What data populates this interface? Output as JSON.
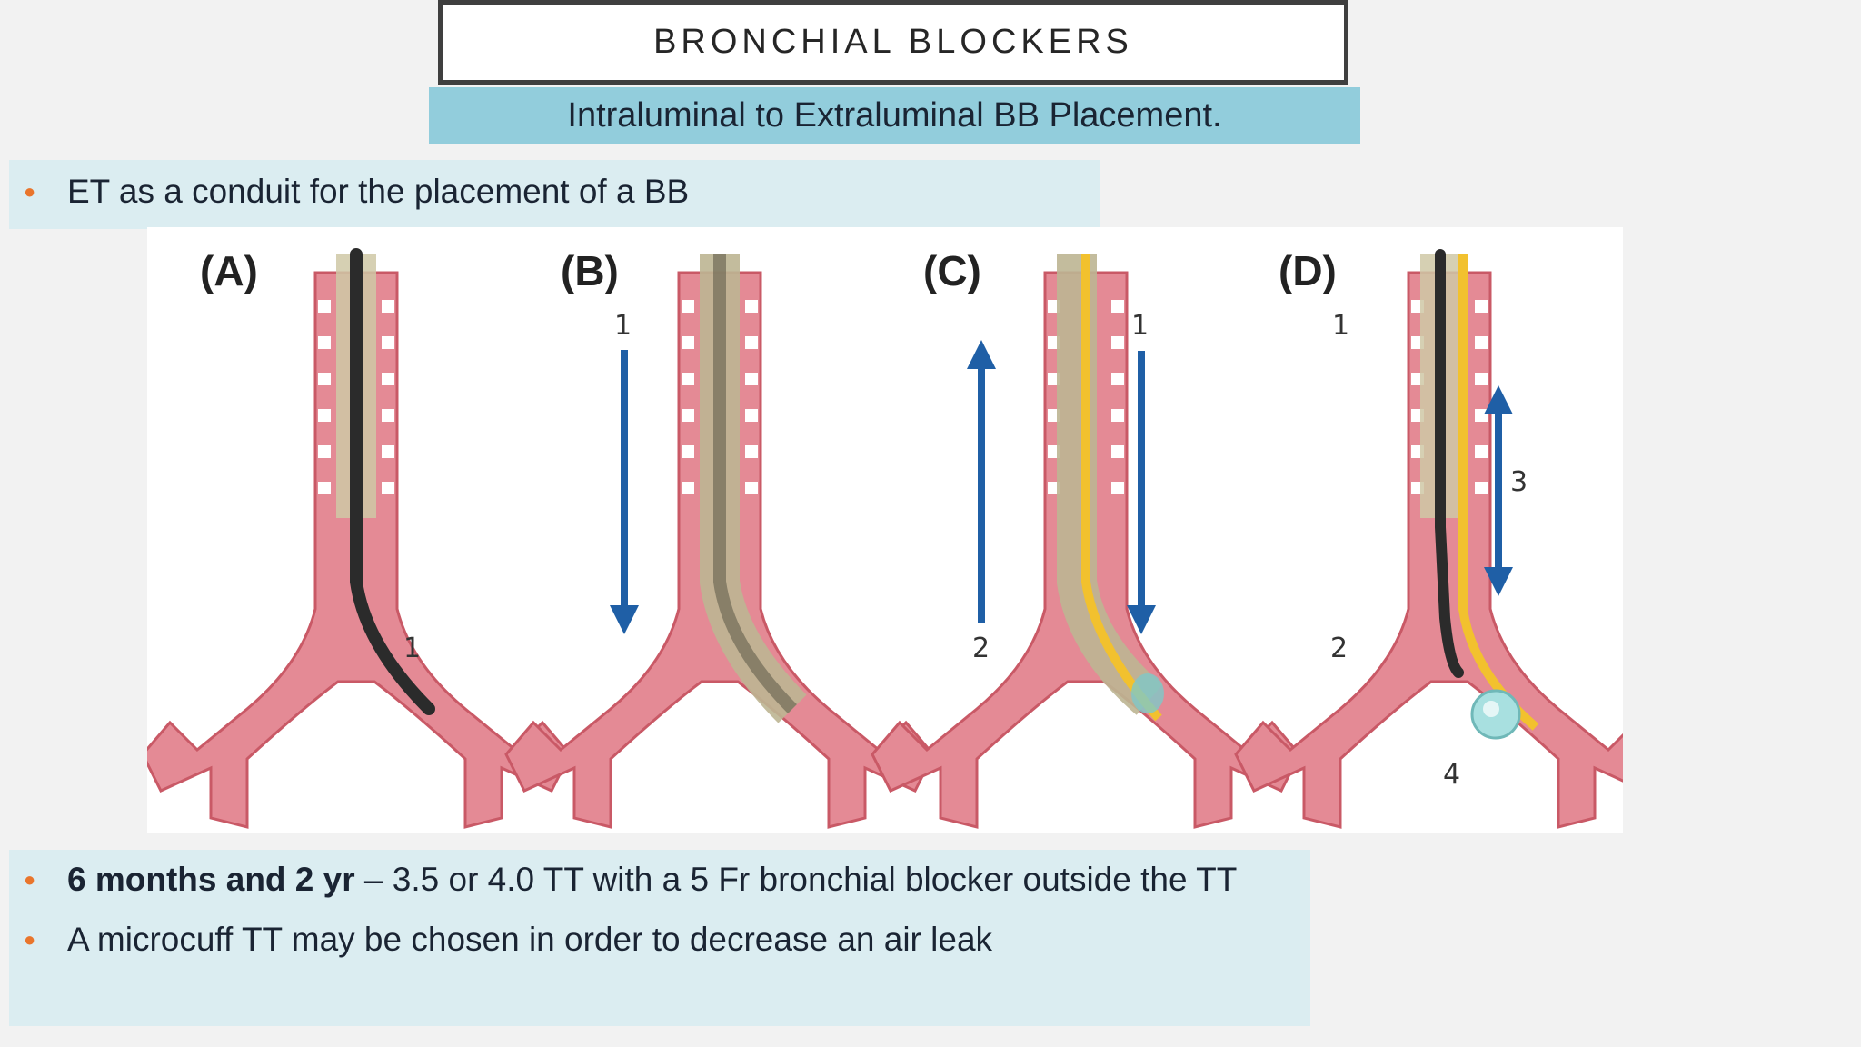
{
  "slide": {
    "title": "BRONCHIAL BLOCKERS",
    "subtitle": "Intraluminal to Extraluminal BB Placement.",
    "bullet_top": "ET as a conduit for the placement of a BB",
    "bullet_bottom_1_bold": "6 months and 2 yr",
    "bullet_bottom_1_rest": " – 3.5 or 4.0 TT with a 5 Fr bronchial blocker outside the TT",
    "bullet_bottom_2": "A microcuff TT may be chosen in order to decrease an air leak"
  },
  "figure": {
    "panels": [
      {
        "label": "(A)",
        "numbers": [
          "1"
        ]
      },
      {
        "label": "(B)",
        "numbers": [
          "1"
        ]
      },
      {
        "label": "(C)",
        "numbers": [
          "1",
          "2"
        ]
      },
      {
        "label": "(D)",
        "numbers": [
          "1",
          "2",
          "3",
          "4"
        ]
      }
    ]
  },
  "colors": {
    "airway": "#e07a86",
    "airway_dark": "#c95966",
    "tube": "#c9c3a0",
    "blocker": "#2b2b2b",
    "blocker_yellow": "#f2c12e",
    "arrow": "#1f5fa6",
    "bullet": "#e9752c",
    "panel_bg": "#dbedf1",
    "subtitle_bg": "#92cddc"
  }
}
